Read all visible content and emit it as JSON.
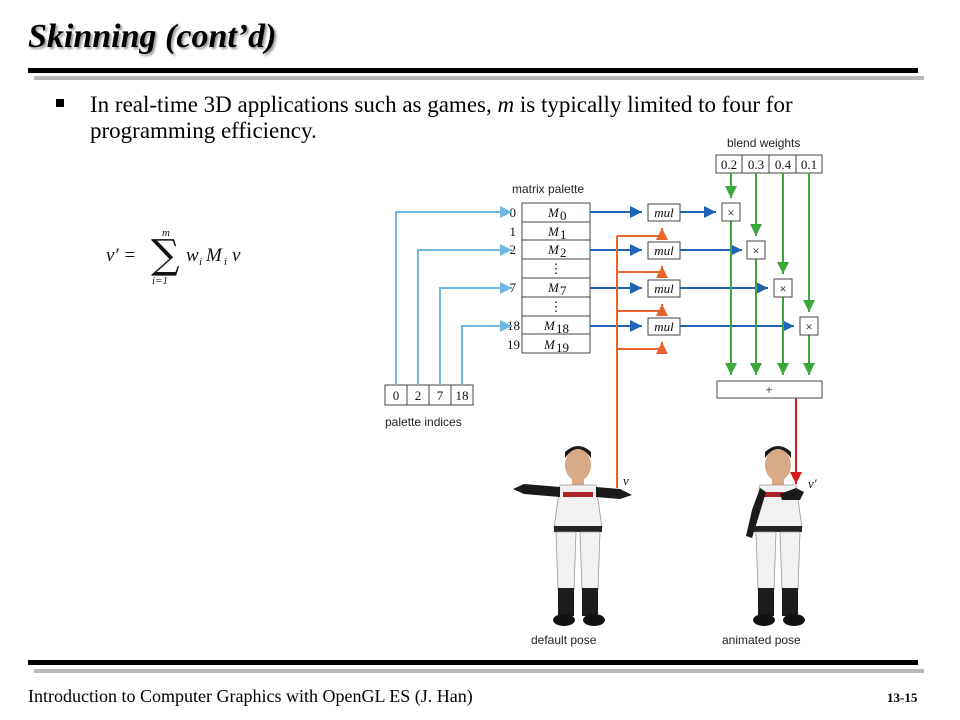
{
  "slide": {
    "title": "Skinning (cont’d)",
    "bullet_pre": "In real-time 3D applications such as games, ",
    "bullet_var": "m",
    "bullet_post": " is typically limited to four for programming efficiency.",
    "footer": "Introduction to Computer Graphics with OpenGL ES (J. Han)",
    "page_number": "13-15"
  },
  "equation": {
    "lhs": "v′ =",
    "sum_symbol": "∑",
    "upper": "m",
    "lower": "i=1",
    "term_w": "w",
    "term_w_sub": "i",
    "term_m": "M",
    "term_m_sub": "i",
    "term_v": "v"
  },
  "diagram": {
    "blend_weights_label": "blend weights",
    "blend_weights": [
      "0.2",
      "0.3",
      "0.4",
      "0.1"
    ],
    "matrix_palette_label": "matrix palette",
    "palette_rows": [
      {
        "index": "0",
        "name": "M",
        "sub": "0"
      },
      {
        "index": "1",
        "name": "M",
        "sub": "1"
      },
      {
        "index": "2",
        "name": "M",
        "sub": "2"
      },
      {
        "index": "",
        "name": "⋮",
        "sub": ""
      },
      {
        "index": "7",
        "name": "M",
        "sub": "7"
      },
      {
        "index": "",
        "name": "⋮",
        "sub": ""
      },
      {
        "index": "18",
        "name": "M",
        "sub": "18"
      },
      {
        "index": "19",
        "name": "M",
        "sub": "19"
      }
    ],
    "palette_indices": [
      "0",
      "2",
      "7",
      "18"
    ],
    "palette_indices_label": "palette indices",
    "mul_label": "mul",
    "times_symbol": "×",
    "plus_symbol": "+",
    "v_label": "v",
    "vprime_label": "v′",
    "default_pose_label": "default pose",
    "animated_pose_label": "animated pose"
  },
  "colors": {
    "index_arrows": "#6fb8e3",
    "matrix_arrows": "#1f63b8",
    "vertex_arrows": "#e8642c",
    "weight_arrows": "#3aa83a",
    "result_arrow": "#d61a1a"
  }
}
